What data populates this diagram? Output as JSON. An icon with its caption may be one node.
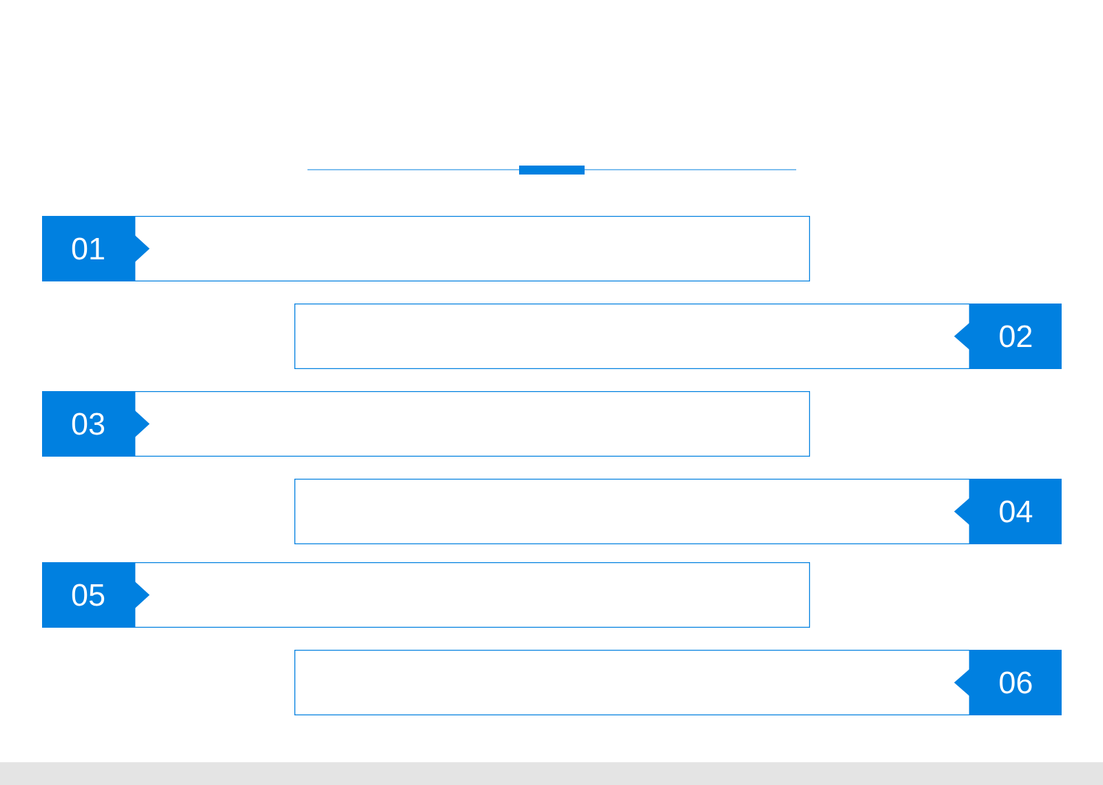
{
  "diagram": {
    "nodes": [
      {
        "text": [
          "01"
        ]
      },
      {
        "text": [],
        "shape": "box"
      },
      {
        "text": [],
        "shape": "box"
      },
      {
        "text": [
          "02"
        ]
      },
      {
        "text": [
          "03"
        ]
      },
      {
        "text": [],
        "shape": "box"
      },
      {
        "text": [],
        "shape": "box"
      },
      {
        "text": [
          "04"
        ]
      },
      {
        "text": [
          "05"
        ]
      },
      {
        "text": [],
        "shape": "box"
      },
      {
        "text": [],
        "shape": "box"
      },
      {
        "text": [
          "06"
        ]
      }
    ]
  }
}
